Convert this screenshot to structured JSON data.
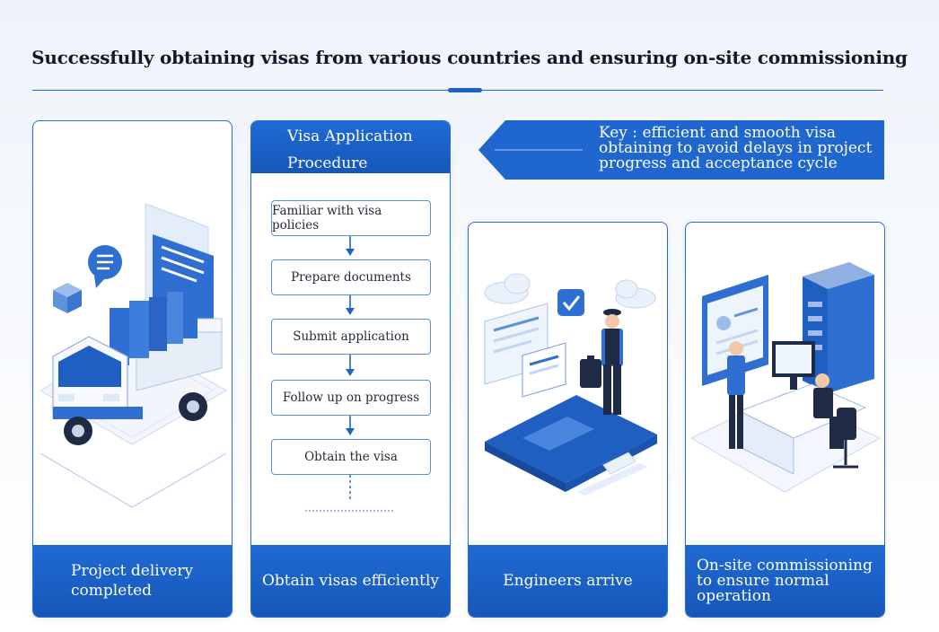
{
  "title": "Successfully obtaining visas from various countries and ensuring on-site commissioning",
  "colors": {
    "primary": "#1e63c6",
    "primary_dark": "#1657b8",
    "light_blue": "#dbe7f8",
    "text": "#111827"
  },
  "key_banner": {
    "text": "Key : efficient and smooth visa obtaining to avoid delays in project progress and acceptance cycle"
  },
  "panels": {
    "delivery": {
      "caption": "Project delivery completed",
      "icon": "delivery-truck-icon"
    },
    "visa": {
      "header": "Visa Application Procedure",
      "caption": "Obtain visas efficiently",
      "steps": [
        "Familiar with visa policies",
        "Prepare documents",
        "Submit application",
        "Follow up on progress",
        "Obtain the visa"
      ]
    },
    "engineers": {
      "caption": "Engineers arrive",
      "icon": "engineer-traveler-icon"
    },
    "commissioning": {
      "caption": "On-site commissioning to ensure normal operation",
      "icon": "server-workstation-icon"
    }
  }
}
